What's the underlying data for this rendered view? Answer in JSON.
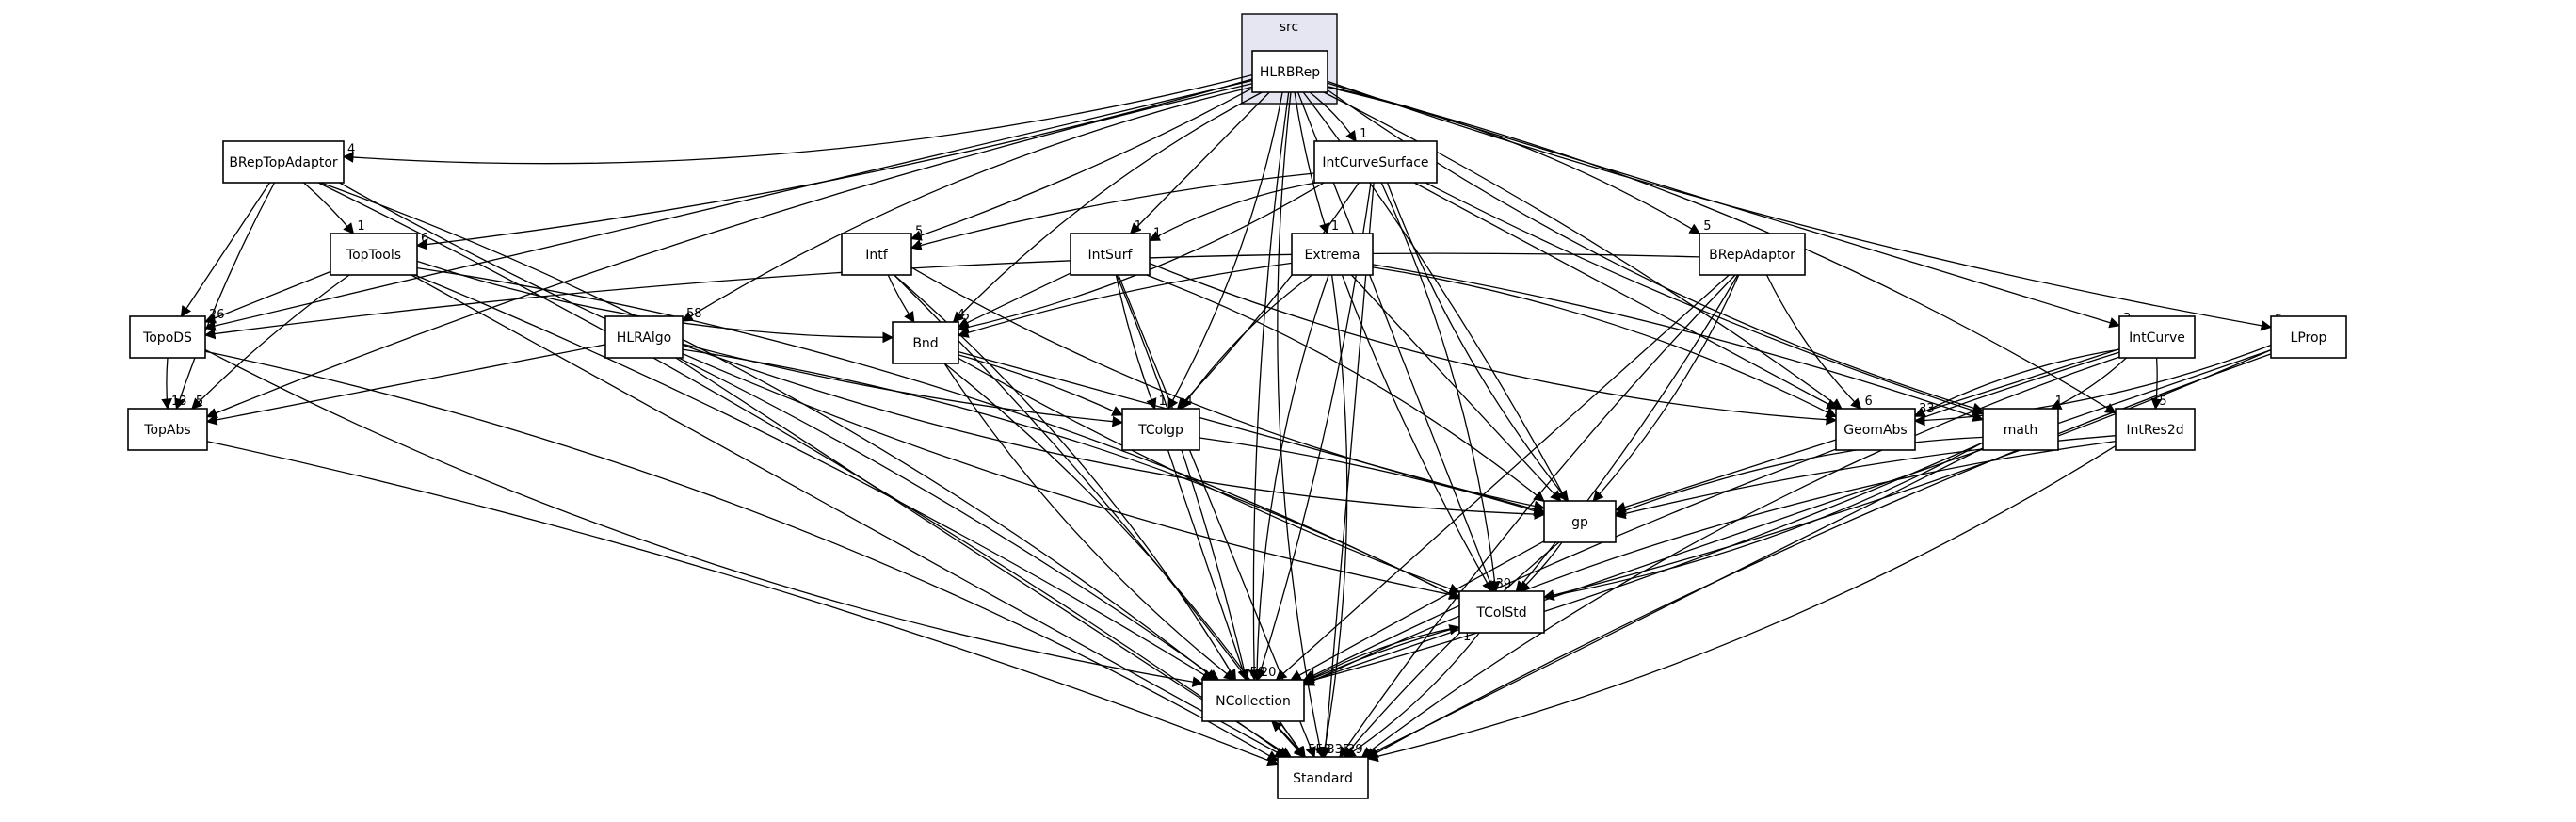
{
  "cluster": {
    "label": "src"
  },
  "center": {
    "label": "HLRBRep"
  },
  "nodes": [
    {
      "id": "BRepTopAdaptor",
      "label": "BRepTopAdaptor"
    },
    {
      "id": "TopTools",
      "label": "TopTools"
    },
    {
      "id": "TopoDS",
      "label": "TopoDS"
    },
    {
      "id": "TopAbs",
      "label": "TopAbs"
    },
    {
      "id": "HLRAlgo",
      "label": "HLRAlgo"
    },
    {
      "id": "IntCurveSurface",
      "label": "IntCurveSurface"
    },
    {
      "id": "Intf",
      "label": "Intf"
    },
    {
      "id": "IntSurf",
      "label": "IntSurf"
    },
    {
      "id": "Extrema",
      "label": "Extrema"
    },
    {
      "id": "Bnd",
      "label": "Bnd"
    },
    {
      "id": "TColgp",
      "label": "TColgp"
    },
    {
      "id": "BRepAdaptor",
      "label": "BRepAdaptor"
    },
    {
      "id": "GeomAbs",
      "label": "GeomAbs"
    },
    {
      "id": "IntCurve",
      "label": "IntCurve"
    },
    {
      "id": "LProp",
      "label": "LProp"
    },
    {
      "id": "math",
      "label": "math"
    },
    {
      "id": "IntRes2d",
      "label": "IntRes2d"
    },
    {
      "id": "gp",
      "label": "gp"
    },
    {
      "id": "TColStd",
      "label": "TColStd"
    },
    {
      "id": "NCollection",
      "label": "NCollection"
    },
    {
      "id": "Standard",
      "label": "Standard"
    }
  ],
  "edges": [
    {
      "from": "HLRBRep",
      "to": "BRepTopAdaptor",
      "label": "4"
    },
    {
      "from": "HLRBRep",
      "to": "TopTools",
      "label": "6"
    },
    {
      "from": "HLRBRep",
      "to": "TopoDS",
      "label": "4"
    },
    {
      "from": "HLRBRep",
      "to": "TopAbs",
      "label": ""
    },
    {
      "from": "HLRBRep",
      "to": "HLRAlgo",
      "label": "58"
    },
    {
      "from": "HLRBRep",
      "to": "IntCurveSurface",
      "label": "1"
    },
    {
      "from": "HLRBRep",
      "to": "Intf",
      "label": "5"
    },
    {
      "from": "HLRBRep",
      "to": "IntSurf",
      "label": "1"
    },
    {
      "from": "HLRBRep",
      "to": "Extrema",
      "label": "1"
    },
    {
      "from": "HLRBRep",
      "to": "Bnd",
      "label": "4"
    },
    {
      "from": "HLRBRep",
      "to": "BRepAdaptor",
      "label": "5"
    },
    {
      "from": "HLRBRep",
      "to": "GeomAbs",
      "label": ""
    },
    {
      "from": "HLRBRep",
      "to": "IntCurve",
      "label": "3"
    },
    {
      "from": "HLRBRep",
      "to": "LProp",
      "label": "5"
    },
    {
      "from": "HLRBRep",
      "to": "math",
      "label": ""
    },
    {
      "from": "HLRBRep",
      "to": "IntRes2d",
      "label": ""
    },
    {
      "from": "HLRBRep",
      "to": "gp",
      "label": ""
    },
    {
      "from": "HLRBRep",
      "to": "TColStd",
      "label": ""
    },
    {
      "from": "HLRBRep",
      "to": "NCollection",
      "label": ""
    },
    {
      "from": "HLRBRep",
      "to": "Standard",
      "label": ""
    },
    {
      "from": "HLRBRep",
      "to": "TColgp",
      "label": ""
    },
    {
      "from": "BRepTopAdaptor",
      "to": "TopTools",
      "label": "1"
    },
    {
      "from": "BRepTopAdaptor",
      "to": "TopoDS",
      "label": ""
    },
    {
      "from": "BRepTopAdaptor",
      "to": "TopAbs",
      "label": ""
    },
    {
      "from": "BRepTopAdaptor",
      "to": "TColStd",
      "label": ""
    },
    {
      "from": "BRepTopAdaptor",
      "to": "NCollection",
      "label": ""
    },
    {
      "from": "BRepTopAdaptor",
      "to": "Standard",
      "label": ""
    },
    {
      "from": "TopTools",
      "to": "TopoDS",
      "label": "26"
    },
    {
      "from": "TopTools",
      "to": "TopAbs",
      "label": "5"
    },
    {
      "from": "TopTools",
      "to": "Bnd",
      "label": ""
    },
    {
      "from": "TopTools",
      "to": "TColStd",
      "label": ""
    },
    {
      "from": "TopTools",
      "to": "NCollection",
      "label": ""
    },
    {
      "from": "TopTools",
      "to": "Standard",
      "label": ""
    },
    {
      "from": "TopoDS",
      "to": "TopAbs",
      "label": "13"
    },
    {
      "from": "TopoDS",
      "to": "NCollection",
      "label": ""
    },
    {
      "from": "TopoDS",
      "to": "Standard",
      "label": ""
    },
    {
      "from": "TopAbs",
      "to": "Standard",
      "label": ""
    },
    {
      "from": "HLRAlgo",
      "to": "TopAbs",
      "label": ""
    },
    {
      "from": "HLRAlgo",
      "to": "TColgp",
      "label": ""
    },
    {
      "from": "HLRAlgo",
      "to": "gp",
      "label": ""
    },
    {
      "from": "HLRAlgo",
      "to": "TColStd",
      "label": ""
    },
    {
      "from": "HLRAlgo",
      "to": "NCollection",
      "label": ""
    },
    {
      "from": "HLRAlgo",
      "to": "Standard",
      "label": ""
    },
    {
      "from": "IntCurveSurface",
      "to": "Intf",
      "label": "2"
    },
    {
      "from": "IntCurveSurface",
      "to": "IntSurf",
      "label": "1"
    },
    {
      "from": "IntCurveSurface",
      "to": "Bnd",
      "label": ""
    },
    {
      "from": "IntCurveSurface",
      "to": "TColgp",
      "label": ""
    },
    {
      "from": "IntCurveSurface",
      "to": "GeomAbs",
      "label": ""
    },
    {
      "from": "IntCurveSurface",
      "to": "math",
      "label": ""
    },
    {
      "from": "IntCurveSurface",
      "to": "gp",
      "label": ""
    },
    {
      "from": "IntCurveSurface",
      "to": "TColStd",
      "label": ""
    },
    {
      "from": "IntCurveSurface",
      "to": "NCollection",
      "label": ""
    },
    {
      "from": "IntCurveSurface",
      "to": "Standard",
      "label": ""
    },
    {
      "from": "Intf",
      "to": "Bnd",
      "label": ""
    },
    {
      "from": "Intf",
      "to": "gp",
      "label": ""
    },
    {
      "from": "Intf",
      "to": "NCollection",
      "label": ""
    },
    {
      "from": "Intf",
      "to": "Standard",
      "label": ""
    },
    {
      "from": "IntSurf",
      "to": "Bnd",
      "label": "2"
    },
    {
      "from": "IntSurf",
      "to": "TColgp",
      "label": "1"
    },
    {
      "from": "IntSurf",
      "to": "GeomAbs",
      "label": ""
    },
    {
      "from": "IntSurf",
      "to": "gp",
      "label": ""
    },
    {
      "from": "IntSurf",
      "to": "NCollection",
      "label": ""
    },
    {
      "from": "IntSurf",
      "to": "Standard",
      "label": ""
    },
    {
      "from": "Extrema",
      "to": "Bnd",
      "label": "2"
    },
    {
      "from": "Extrema",
      "to": "TColgp",
      "label": "4"
    },
    {
      "from": "Extrema",
      "to": "GeomAbs",
      "label": ""
    },
    {
      "from": "Extrema",
      "to": "math",
      "label": ""
    },
    {
      "from": "Extrema",
      "to": "gp",
      "label": ""
    },
    {
      "from": "Extrema",
      "to": "TColStd",
      "label": "39"
    },
    {
      "from": "Extrema",
      "to": "NCollection",
      "label": "20"
    },
    {
      "from": "Extrema",
      "to": "Standard",
      "label": "335"
    },
    {
      "from": "Bnd",
      "to": "TColgp",
      "label": ""
    },
    {
      "from": "Bnd",
      "to": "gp",
      "label": ""
    },
    {
      "from": "Bnd",
      "to": "TColStd",
      "label": ""
    },
    {
      "from": "Bnd",
      "to": "NCollection",
      "label": ""
    },
    {
      "from": "Bnd",
      "to": "Standard",
      "label": ""
    },
    {
      "from": "TColgp",
      "to": "gp",
      "label": ""
    },
    {
      "from": "TColgp",
      "to": "NCollection",
      "label": "58"
    },
    {
      "from": "BRepAdaptor",
      "to": "TopoDS",
      "label": ""
    },
    {
      "from": "BRepAdaptor",
      "to": "GeomAbs",
      "label": "6"
    },
    {
      "from": "BRepAdaptor",
      "to": "gp",
      "label": ""
    },
    {
      "from": "BRepAdaptor",
      "to": "TColStd",
      "label": ""
    },
    {
      "from": "BRepAdaptor",
      "to": "NCollection",
      "label": ""
    },
    {
      "from": "BRepAdaptor",
      "to": "Standard",
      "label": ""
    },
    {
      "from": "IntCurve",
      "to": "GeomAbs",
      "label": "33"
    },
    {
      "from": "IntCurve",
      "to": "math",
      "label": "1"
    },
    {
      "from": "IntCurve",
      "to": "IntRes2d",
      "label": "5"
    },
    {
      "from": "IntCurve",
      "to": "gp",
      "label": ""
    },
    {
      "from": "IntCurve",
      "to": "NCollection",
      "label": ""
    },
    {
      "from": "IntCurve",
      "to": "Standard",
      "label": ""
    },
    {
      "from": "LProp",
      "to": "GeomAbs",
      "label": ""
    },
    {
      "from": "LProp",
      "to": "TColStd",
      "label": ""
    },
    {
      "from": "LProp",
      "to": "NCollection",
      "label": ""
    },
    {
      "from": "LProp",
      "to": "Standard",
      "label": ""
    },
    {
      "from": "math",
      "to": "gp",
      "label": ""
    },
    {
      "from": "math",
      "to": "TColStd",
      "label": ""
    },
    {
      "from": "math",
      "to": "NCollection",
      "label": ""
    },
    {
      "from": "math",
      "to": "Standard",
      "label": ""
    },
    {
      "from": "IntRes2d",
      "to": "gp",
      "label": ""
    },
    {
      "from": "IntRes2d",
      "to": "NCollection",
      "label": ""
    },
    {
      "from": "IntRes2d",
      "to": "Standard",
      "label": ""
    },
    {
      "from": "gp",
      "to": "TColStd",
      "label": ""
    },
    {
      "from": "gp",
      "to": "NCollection",
      "label": ""
    },
    {
      "from": "gp",
      "to": "Standard",
      "label": "29"
    },
    {
      "from": "TColStd",
      "to": "NCollection",
      "label": "4"
    },
    {
      "from": "TColStd",
      "to": "Standard",
      "label": ""
    },
    {
      "from": "NCollection",
      "to": "TColStd",
      "label": "1"
    },
    {
      "from": "NCollection",
      "to": "Standard",
      "label": "553"
    },
    {
      "from": "Standard",
      "to": "NCollection",
      "label": ""
    }
  ]
}
